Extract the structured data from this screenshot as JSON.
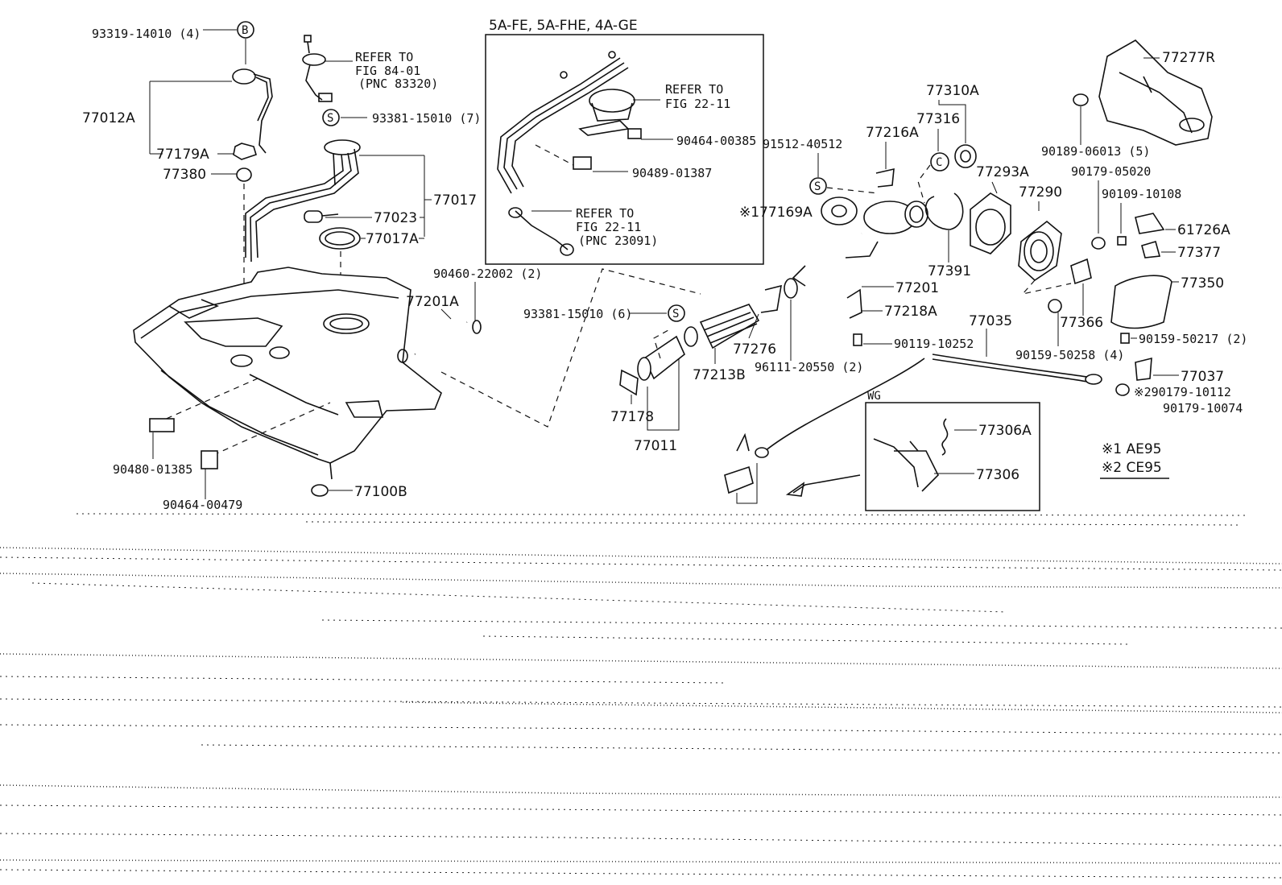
{
  "diagram": {
    "inset_title": "5A-FE, 5A-FHE, 4A-GE",
    "wg_label": "WG",
    "refer_1": [
      "REFER TO",
      "FIG 84-01",
      "(PNC 83320)"
    ],
    "refer_2": [
      "REFER TO",
      "FIG 22-11"
    ],
    "refer_3": [
      "REFER TO",
      "FIG 22-11",
      "(PNC 23091)"
    ],
    "marker_b": "B",
    "marker_s": "S",
    "parts": {
      "p93319": "93319-14010 (4)",
      "p77012a": "77012A",
      "p77179a": "77179A",
      "p77380": "77380",
      "p93381_7": "93381-15010 (7)",
      "p77017": "77017",
      "p77023": "77023",
      "p77017a": "77017A",
      "p90464_385": "90464-00385",
      "p90489": "90489-01387",
      "p90460": "90460-22002 (2)",
      "p77201a": "77201A",
      "p93381_6": "93381-15010 (6)",
      "p90480": "90480-01385",
      "p90464_479": "90464-00479",
      "p77100b": "77100B",
      "p91512": "91512-40512",
      "p77216a": "77216A",
      "p77169a": "※177169A",
      "p77310a": "77310A",
      "p77316": "77316",
      "p77293a": "77293A",
      "p77290": "77290",
      "p77391": "77391",
      "p77201": "77201",
      "p77218a": "77218A",
      "p77276": "77276",
      "p77213b": "77213B",
      "p96111": "96111-20550 (2)",
      "p90119": "90119-10252",
      "p77035": "77035",
      "p77178": "77178",
      "p77011": "77011",
      "p77277r": "77277R",
      "p90189": "90189-06013 (5)",
      "p90179_5020": "90179-05020",
      "p90109": "90109-10108",
      "p61726a": "61726A",
      "p77377": "77377",
      "p77350": "77350",
      "p77366": "77366",
      "p90159_50217": "90159-50217 (2)",
      "p90159_50258": "90159-50258 (4)",
      "p77037": "77037",
      "p90179_10112": "※290179-10112",
      "p90179_10074": "90179-10074",
      "p77306a": "77306A",
      "p77306": "77306"
    },
    "notes": [
      "※1 AE95",
      "※2 CE95"
    ]
  }
}
